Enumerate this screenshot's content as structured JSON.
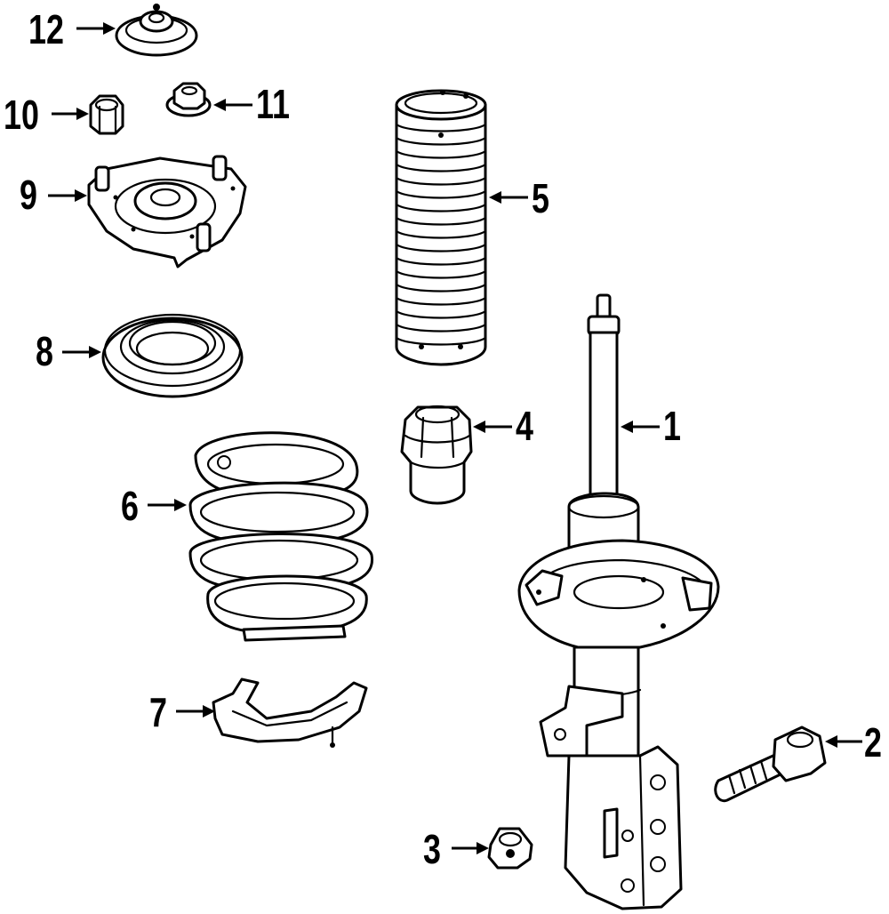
{
  "callouts": [
    {
      "id": "c1",
      "number": "1"
    },
    {
      "id": "c2",
      "number": "2"
    },
    {
      "id": "c3",
      "number": "3"
    },
    {
      "id": "c4",
      "number": "4"
    },
    {
      "id": "c5",
      "number": "5"
    },
    {
      "id": "c6",
      "number": "6"
    },
    {
      "id": "c7",
      "number": "7"
    },
    {
      "id": "c8",
      "number": "8"
    },
    {
      "id": "c9",
      "number": "9"
    },
    {
      "id": "c10",
      "number": "10"
    },
    {
      "id": "c11",
      "number": "11"
    },
    {
      "id": "c12",
      "number": "12"
    }
  ],
  "colors": {
    "line": "#000000",
    "background": "#ffffff"
  }
}
